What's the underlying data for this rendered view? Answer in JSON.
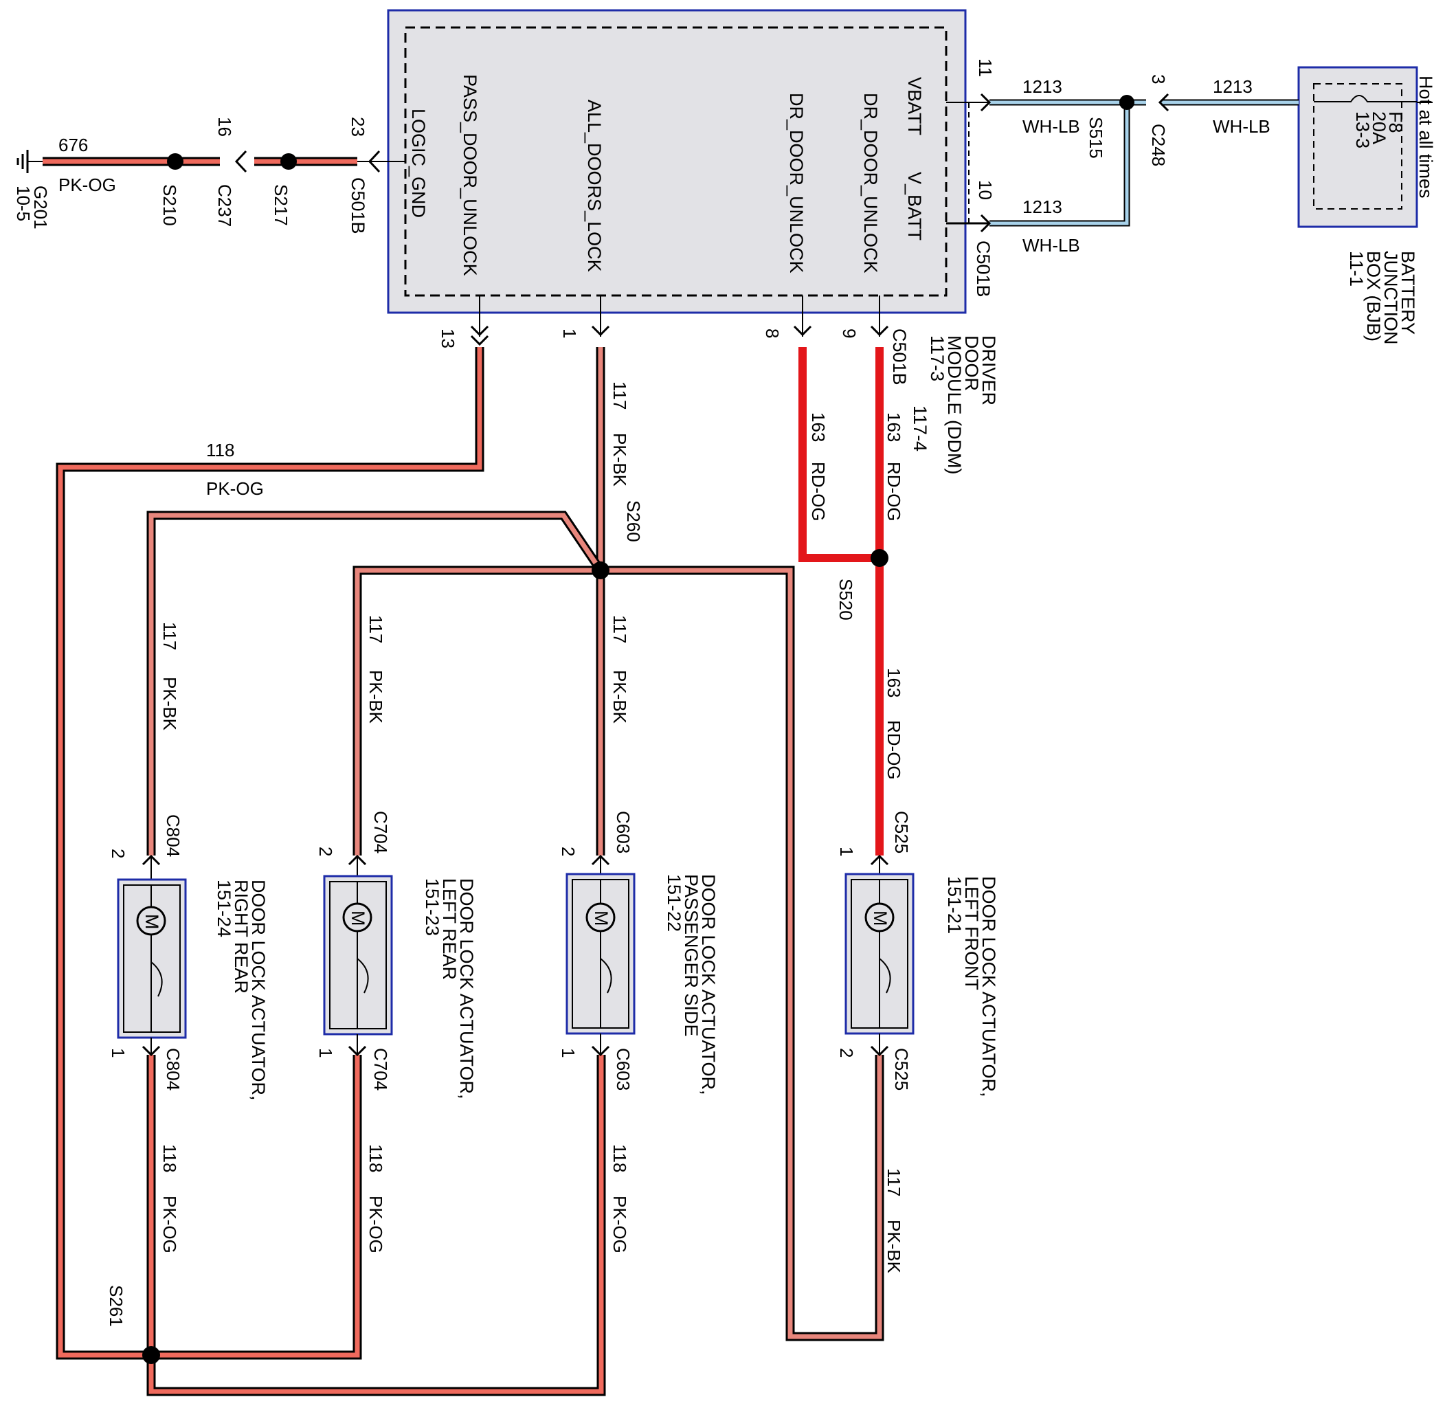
{
  "ddm": {
    "pins": {
      "vbatt": "VBATT",
      "v_batt": "V_BATT",
      "dr_door_unlock": "DR_DOOR_UNLOCK",
      "dr_door_unlock_2": "DR_DOOR_UNLOCK",
      "all_doors_lock": "ALL_DOORS_LOCK",
      "pass_door_unlock": "PASS_DOOR_UNLOCK",
      "logic_gnd": "LOGIC_GND"
    },
    "label": [
      "DRIVER",
      "DOOR",
      "MODULE (DDM)",
      "117-3",
      "117-4"
    ],
    "connector_bottom": "C501B",
    "connector_right": "C501B",
    "connector_left": "C501B",
    "pin_numbers": {
      "p11": "11",
      "p10": "10",
      "p9": "9",
      "p8": "8",
      "p1": "1",
      "p13": "13",
      "p23": "23"
    }
  },
  "bjb": {
    "label": [
      "BATTERY",
      "JUNCTION",
      "BOX (BJB)",
      "11-1"
    ],
    "fuse": [
      "F8",
      "20A",
      "13-3"
    ],
    "hot_label": "Hot at all times"
  },
  "ground_path": {
    "ground": "G201",
    "ground_ref": "10-5",
    "circuit": "676",
    "color": "PK-OG",
    "splices": [
      "S210",
      "S217"
    ],
    "connector": "C237",
    "connector_pin": "16"
  },
  "power_path": {
    "circuit": "1213",
    "color": "WH-LB",
    "splice": "S515",
    "connector": "C248",
    "connector_pin": "3"
  },
  "wires": {
    "w118": "118",
    "w117": "117",
    "w163": "163",
    "pk_og": "PK-OG",
    "pk_bk": "PK-BK",
    "rd_og": "RD-OG"
  },
  "splices": {
    "s260": "S260",
    "s520": "S520",
    "s261": "S261"
  },
  "actuators": [
    {
      "name": [
        "DOOR LOCK ACTUATOR,",
        "RIGHT REAR",
        "151-24"
      ],
      "connector": "C804",
      "motor": "M",
      "pin_top": "2",
      "pin_bottom": "1"
    },
    {
      "name": [
        "DOOR LOCK ACTUATOR,",
        "LEFT REAR",
        "151-23"
      ],
      "connector": "C704",
      "motor": "M",
      "pin_top": "2",
      "pin_bottom": "1"
    },
    {
      "name": [
        "DOOR LOCK ACTUATOR,",
        "PASSENGER SIDE",
        "151-22"
      ],
      "connector": "C603",
      "motor": "M",
      "pin_top": "2",
      "pin_bottom": "1"
    },
    {
      "name": [
        "DOOR LOCK ACTUATOR,",
        "LEFT FRONT",
        "151-21"
      ],
      "connector": "C525",
      "motor": "M",
      "pin_top": "1",
      "pin_bottom": "2"
    }
  ],
  "colors": {
    "pk_og": "#f06a5d",
    "pk_bk": "#e8867c",
    "rd_og": "#e3161a",
    "wh_lb": "#a8d2ea",
    "box_fill": "#e2e2e6",
    "box_border": "#1e2ca8"
  }
}
